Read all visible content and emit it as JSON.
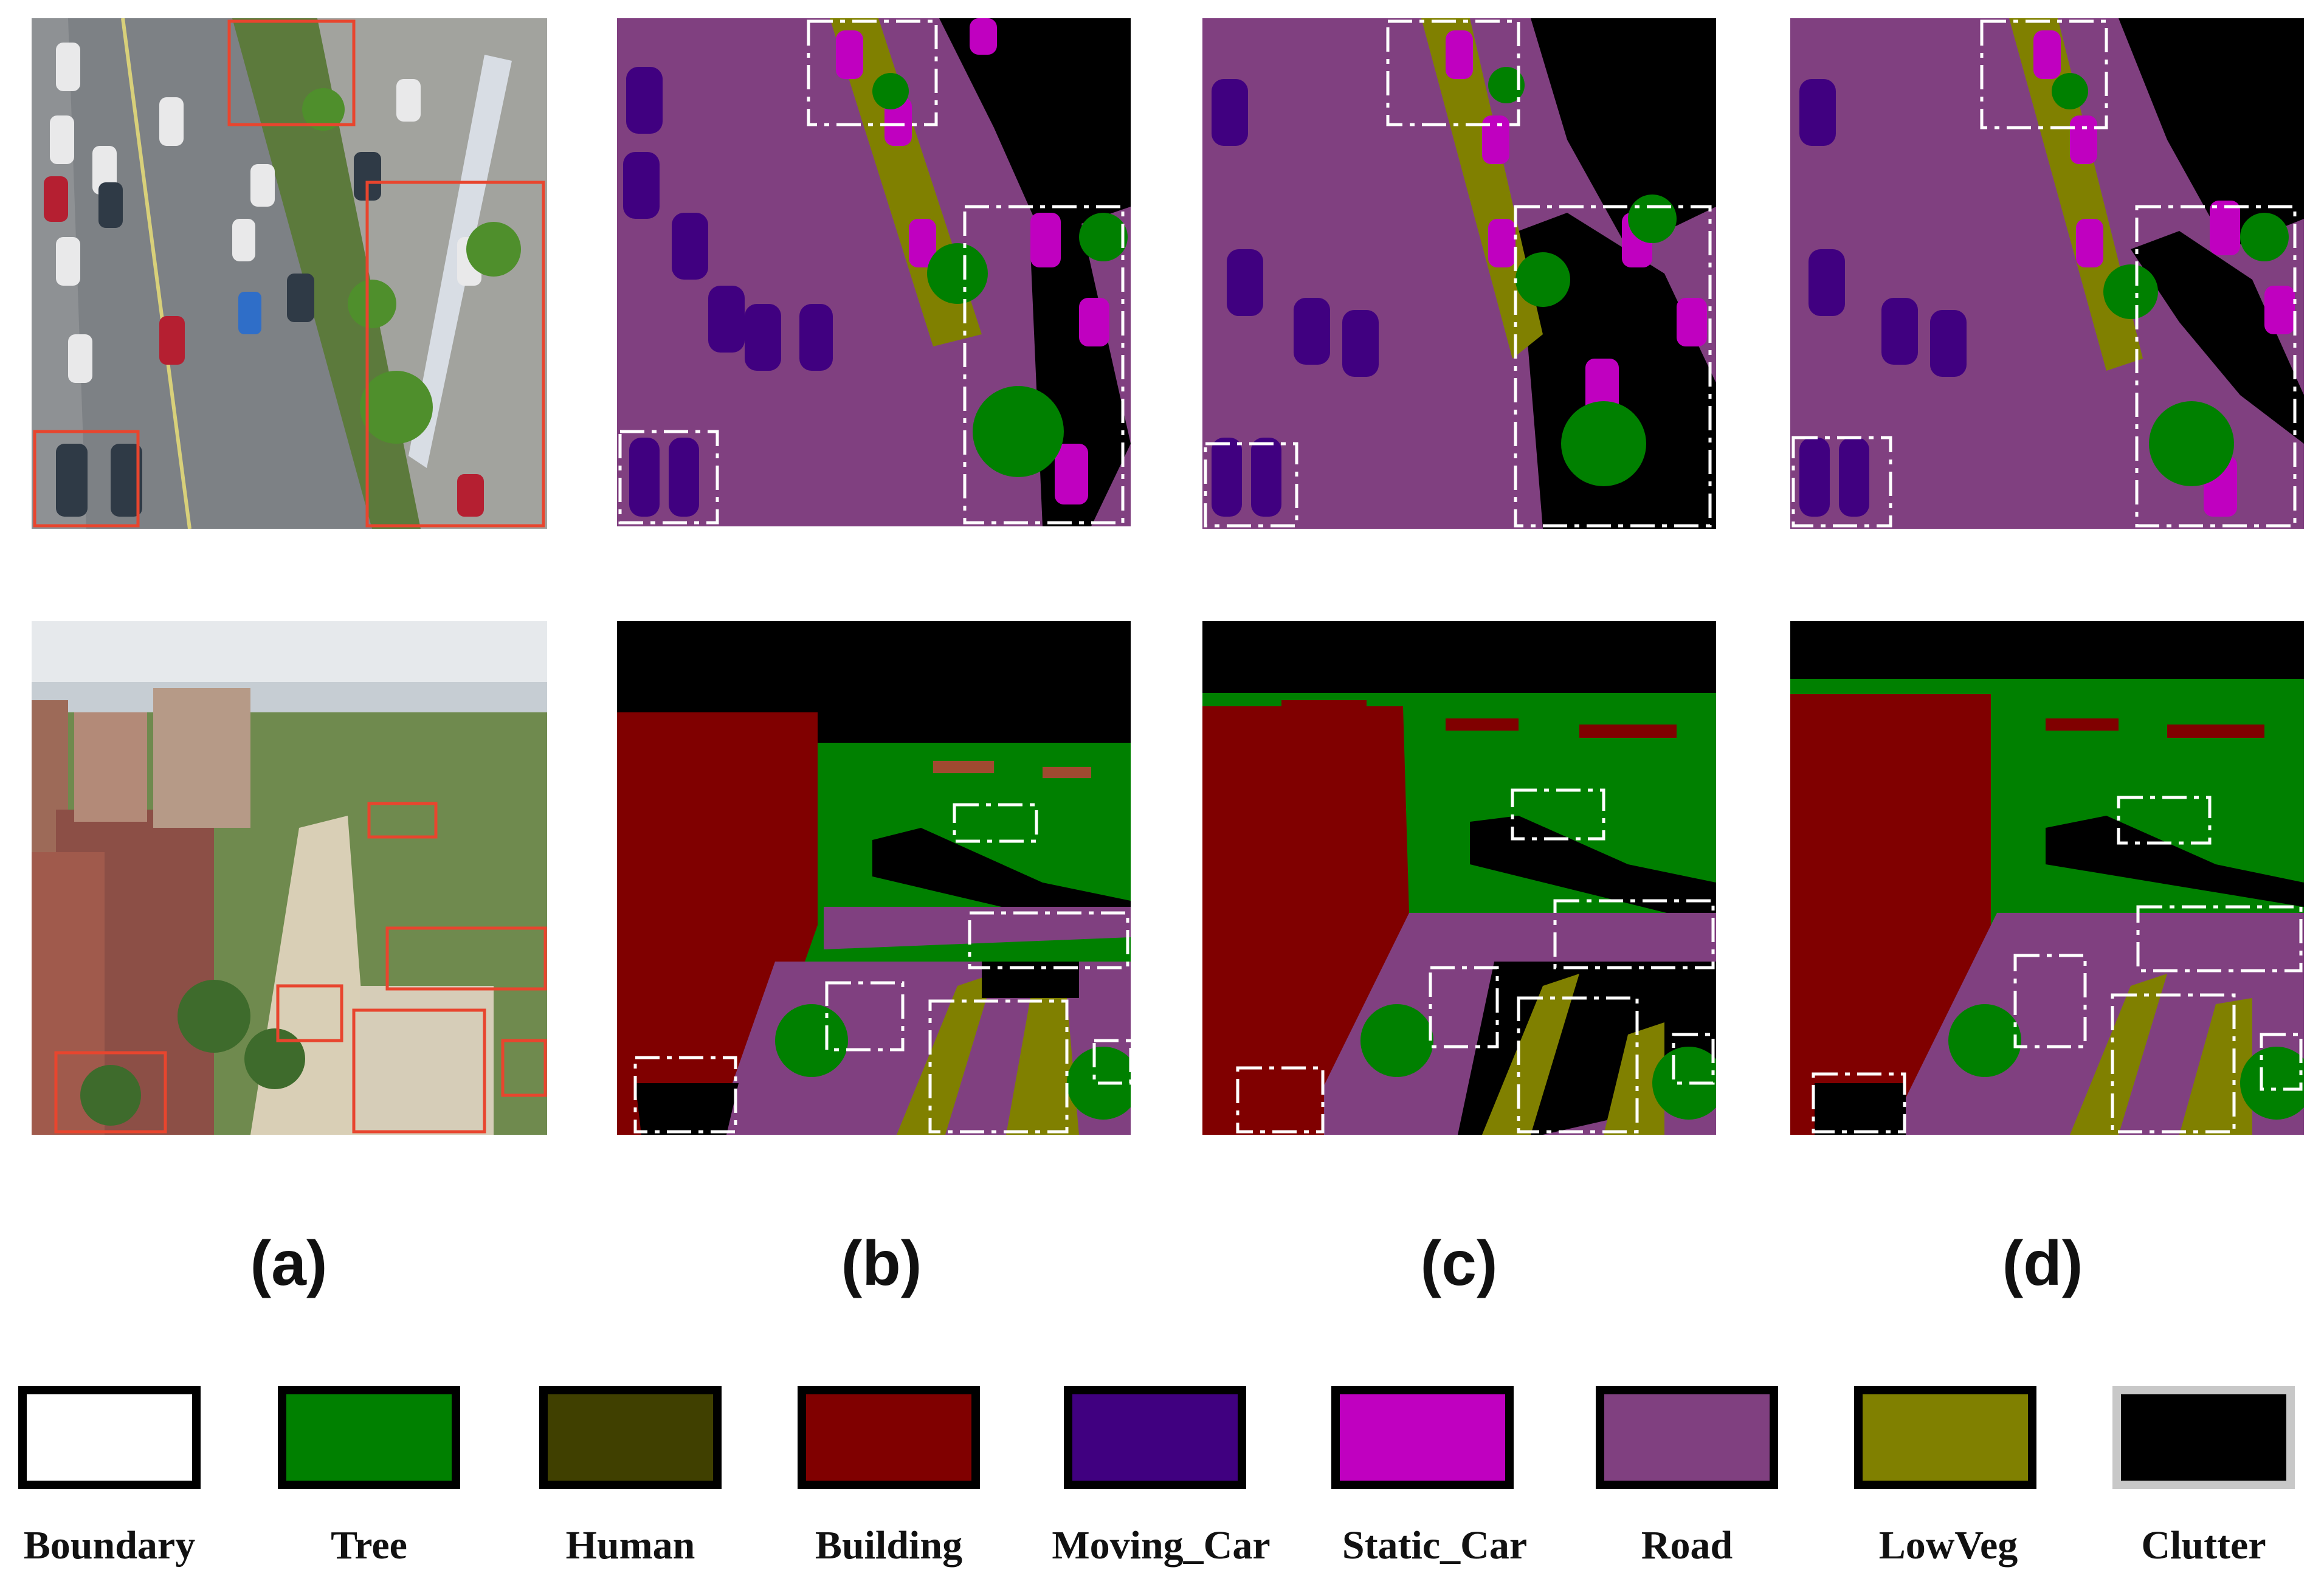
{
  "panel_labels": [
    "(a)",
    "(b)",
    "(c)",
    "(d)"
  ],
  "legend": [
    {
      "label": "Boundary",
      "color": "#ffffff"
    },
    {
      "label": "Tree",
      "color": "#008000"
    },
    {
      "label": "Human",
      "color": "#404000"
    },
    {
      "label": "Building",
      "color": "#800000"
    },
    {
      "label": "Moving_Car",
      "color": "#400080"
    },
    {
      "label": "Static_Car",
      "color": "#c000c0"
    },
    {
      "label": "Road",
      "color": "#804080"
    },
    {
      "label": "LowVeg",
      "color": "#808000"
    },
    {
      "label": "Clutter",
      "color": "#000000"
    }
  ],
  "colors": {
    "highlight_box_photo": "#e8452e",
    "highlight_box_map": "#ffffff"
  }
}
